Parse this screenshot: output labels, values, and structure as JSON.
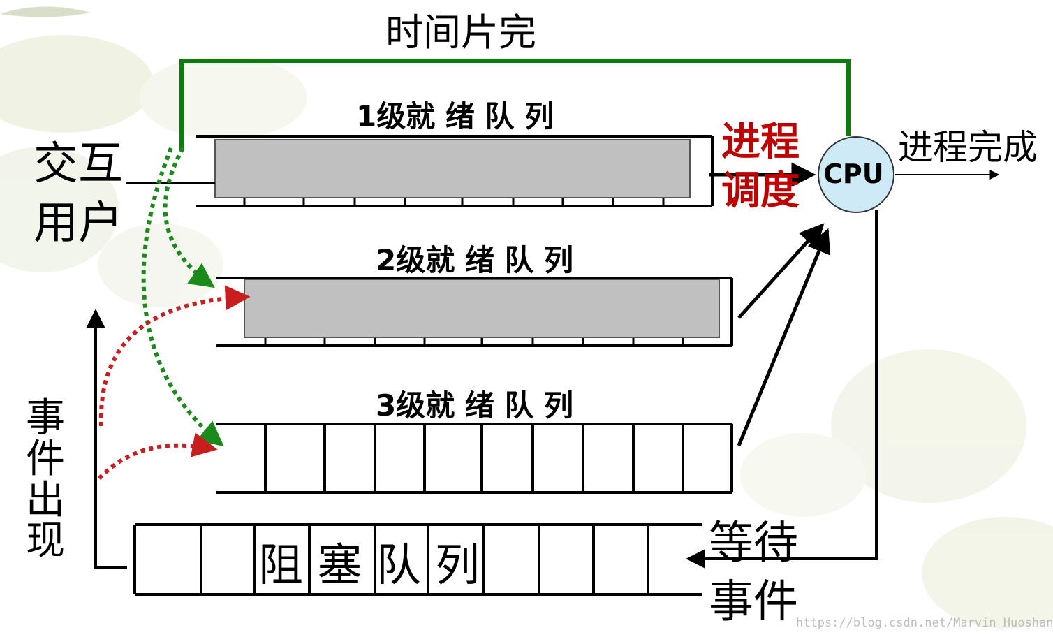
{
  "diagram": {
    "title": "时间片完",
    "queues": [
      {
        "label": "1级就 绪 队 列"
      },
      {
        "label": "2级就 绪 队 列"
      },
      {
        "label": "3级就 绪 队 列"
      }
    ],
    "blocked_queue": "阻 塞 队 列",
    "interactive_user": "交互用户",
    "interactive_user_line1": "交互",
    "interactive_user_line2": "用户",
    "scheduling_line1": "进程",
    "scheduling_line2": "调度",
    "cpu": "CPU",
    "process_done": "进程完成",
    "event_occurs": "事件出现",
    "wait_line1": "等待",
    "wait_line2": "事件",
    "watermark": "https://blog.csdn.net/Marvin_Huoshan"
  },
  "colors": {
    "feedback_line": "#0a7d0a",
    "green_dotted": "#1a8a1a",
    "red_dotted": "#c81e1e",
    "queue_fill": "#c0c0c0",
    "cpu_fill": "#cfeaf7",
    "accent_red": "#c00000",
    "background_leaf": "#e7ebd5"
  }
}
